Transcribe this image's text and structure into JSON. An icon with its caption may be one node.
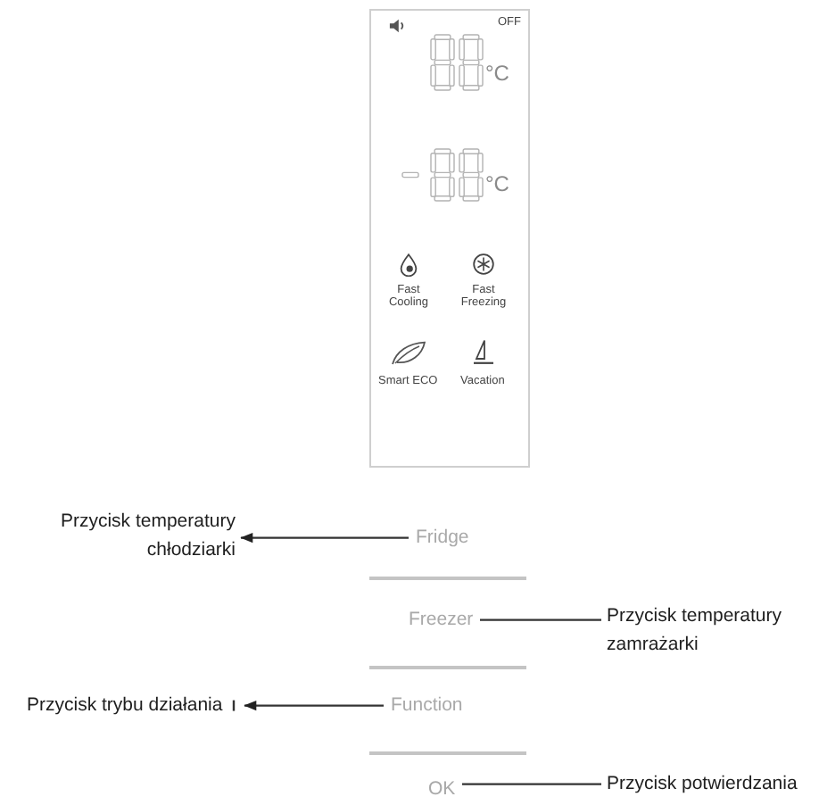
{
  "diagram": {
    "nodes": [
      {
        "text": [
          "OFF",
          "°C",
          "°C",
          "Fast Cooling",
          "Fast Freezing",
          "Smart ECO",
          "Vacation"
        ]
      },
      {
        "text": [
          "Przycisk temperatury chłodziarki"
        ]
      },
      {
        "text": [
          "Fridge"
        ]
      },
      {
        "text": [
          "Freezer"
        ]
      },
      {
        "text": [
          "Przycisk temperatury zamrażarki"
        ]
      },
      {
        "text": [
          "Przycisk trybu działania"
        ]
      },
      {
        "text": [
          "Function"
        ]
      },
      {
        "text": [
          "OK"
        ]
      },
      {
        "text": [
          "Przycisk potwierdzania"
        ]
      }
    ],
    "edges": [
      {
        "from": 2,
        "to": 1,
        "arrow": "to"
      },
      {
        "from": 4,
        "to": 3,
        "arrow": "none"
      },
      {
        "from": 6,
        "to": 5,
        "arrow": "to"
      },
      {
        "from": 8,
        "to": 7,
        "arrow": "none"
      }
    ]
  }
}
